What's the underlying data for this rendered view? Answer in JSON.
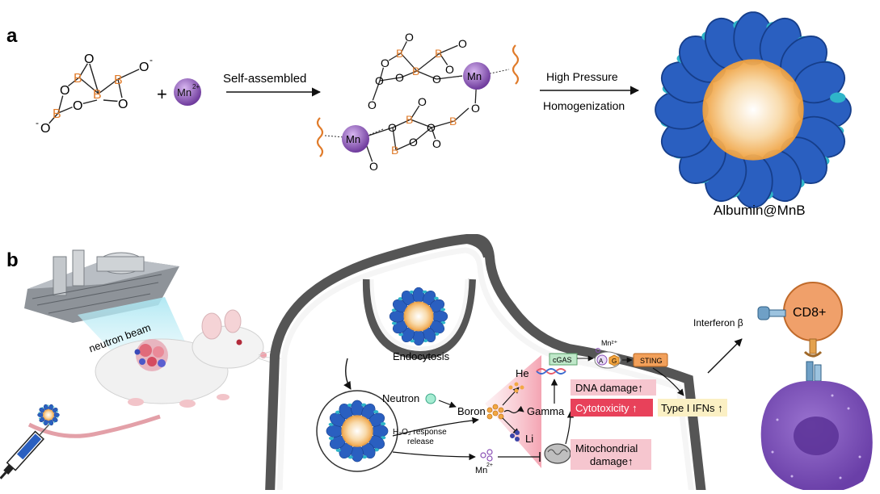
{
  "panel_a": {
    "label": "a",
    "plus": "+",
    "boron_symbol": "B",
    "oxygen_symbol": "O",
    "oxygen_anion": "O",
    "anion_charge": "-",
    "mn_ion_symbol": "Mn",
    "mn_ion_charge": "2+",
    "mn_complex_symbol": "Mn",
    "step1_label": "Self-assembled",
    "step2_label_line1": "High Pressure",
    "step2_label_line2": "Homogenization",
    "product_label": "Albumin@MnB"
  },
  "panel_b": {
    "label": "b",
    "neutron_beam_label": "neutron beam",
    "endocytosis_label": "Endocytosis",
    "neutron_label": "Neutron",
    "boron_label": "Boron",
    "products": [
      "He",
      "Gamma",
      "Li"
    ],
    "release_label_line1": "H₂O₂ response",
    "release_label_line2": "release",
    "mn_ion_label": "Mn",
    "mn_ion_charge": "2+",
    "cgas_label": "cGAS",
    "sting_label": "STING",
    "a_symbol": "A",
    "g_symbol": "G",
    "mn_small_label": "Mn²⁺",
    "dna_damage_label": "DNA damage↑",
    "cytotoxicity_label": "Cytotoxicity ↑",
    "mito_damage_line1": "Mitochondrial",
    "mito_damage_line2": "damage↑",
    "type1_ifn_label": "Type I IFNs ↑",
    "interferon_label": "Interferon β",
    "cd8_label": "CD8+"
  },
  "colors": {
    "boron": "#e07b2a",
    "mn_purple": "#8a4fb5",
    "albumin_blue": "#2a5fc0",
    "core_orange": "#f2a844",
    "cell_membrane": "#555555",
    "cd8_orange": "#f0a06a",
    "tumor_purple": "#7b50b8",
    "highlight_red": "#e8415a",
    "highlight_pink": "#f6c6cf",
    "highlight_yellow": "#fbf0c4"
  }
}
